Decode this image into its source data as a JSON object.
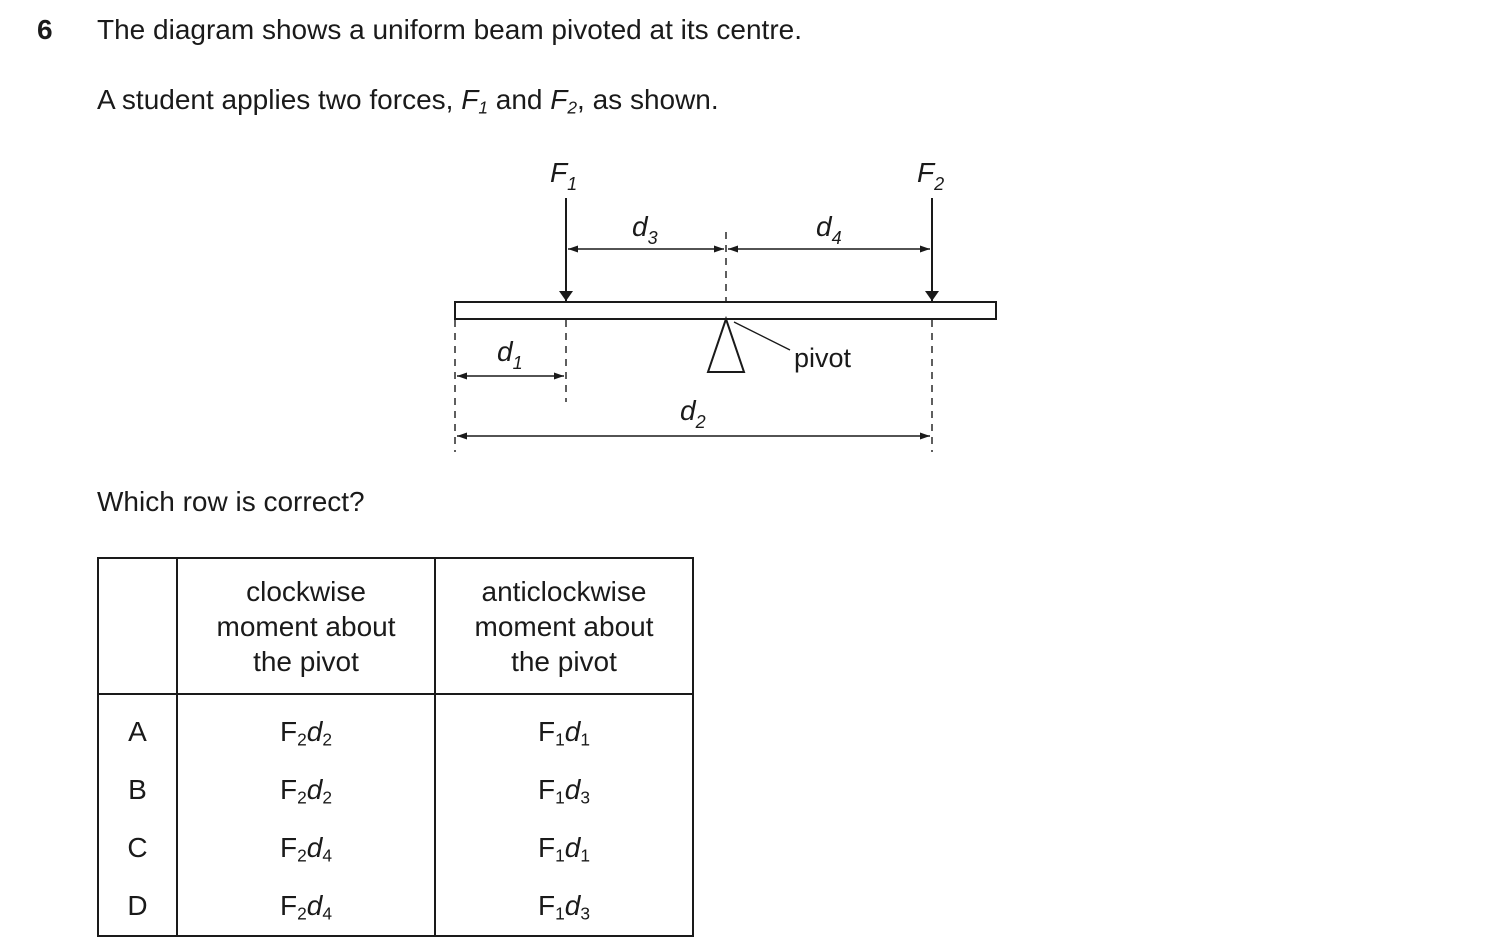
{
  "question": {
    "number": "6",
    "line1": "The diagram shows a uniform beam pivoted at its centre.",
    "line2_prefix": "A student applies two forces, ",
    "line2_and": " and ",
    "line2_suffix": ", as shown.",
    "prompt": "Which row is correct?"
  },
  "diagram": {
    "force1": {
      "symbol": "F",
      "sub": "1"
    },
    "force2": {
      "symbol": "F",
      "sub": "2"
    },
    "d1": {
      "symbol": "d",
      "sub": "1"
    },
    "d2": {
      "symbol": "d",
      "sub": "2"
    },
    "d3": {
      "symbol": "d",
      "sub": "3"
    },
    "d4": {
      "symbol": "d",
      "sub": "4"
    },
    "pivot_label": "pivot"
  },
  "table": {
    "headers": [
      "",
      "clockwise moment about the pivot",
      "anticlockwise moment about the pivot"
    ],
    "header_lines": [
      [],
      [
        "clockwise",
        "moment about",
        "the pivot"
      ],
      [
        "anticlockwise",
        "moment about",
        "the pivot"
      ]
    ],
    "rows": [
      {
        "label": "A",
        "clockwise": {
          "f": "F",
          "fs": "2",
          "d": "d",
          "ds": "2"
        },
        "anticlockwise": {
          "f": "F",
          "fs": "1",
          "d": "d",
          "ds": "1"
        }
      },
      {
        "label": "B",
        "clockwise": {
          "f": "F",
          "fs": "2",
          "d": "d",
          "ds": "2"
        },
        "anticlockwise": {
          "f": "F",
          "fs": "1",
          "d": "d",
          "ds": "3"
        }
      },
      {
        "label": "C",
        "clockwise": {
          "f": "F",
          "fs": "2",
          "d": "d",
          "ds": "4"
        },
        "anticlockwise": {
          "f": "F",
          "fs": "1",
          "d": "d",
          "ds": "1"
        }
      },
      {
        "label": "D",
        "clockwise": {
          "f": "F",
          "fs": "2",
          "d": "d",
          "ds": "4"
        },
        "anticlockwise": {
          "f": "F",
          "fs": "1",
          "d": "d",
          "ds": "3"
        }
      }
    ]
  }
}
